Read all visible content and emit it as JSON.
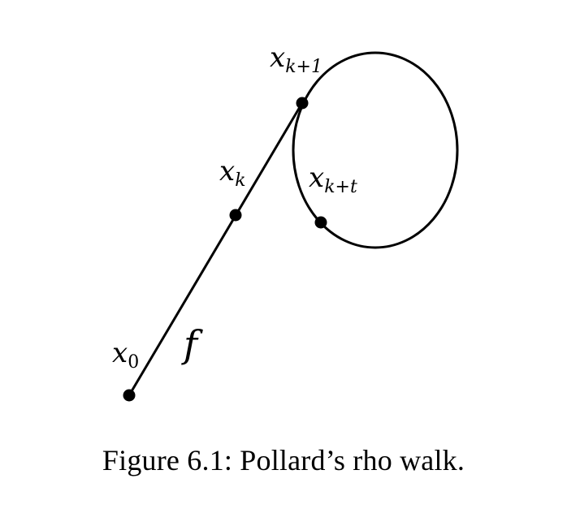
{
  "diagram": {
    "labels": {
      "x0_base": "x",
      "x0_sub": "0",
      "xk_base": "x",
      "xk_sub": "k",
      "xk1_base": "x",
      "xk1_sub": "k+1",
      "xkt_base": "x",
      "xkt_sub": "k+t",
      "f": "f"
    },
    "colors": {
      "stroke": "#000000",
      "point": "#000000",
      "background": "#ffffff"
    }
  },
  "caption": {
    "text": "Figure 6.1: Pollard’s rho walk."
  }
}
